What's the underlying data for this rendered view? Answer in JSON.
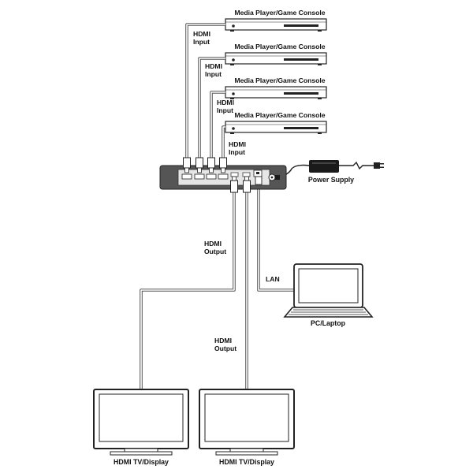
{
  "sources": [
    {
      "label": "Media Player/Game Console"
    },
    {
      "label": "Media Player/Game Console"
    },
    {
      "label": "Media Player/Game Console"
    },
    {
      "label": "Media Player/Game Console"
    }
  ],
  "input_labels": [
    {
      "line1": "HDMI",
      "line2": "Input"
    },
    {
      "line1": "HDMI",
      "line2": "Input"
    },
    {
      "line1": "HDMI",
      "line2": "Input"
    },
    {
      "line1": "HDMI",
      "line2": "Input"
    }
  ],
  "power": {
    "label": "Power Supply"
  },
  "lan": {
    "label": "LAN"
  },
  "laptop": {
    "label": "PC/Laptop"
  },
  "output_labels": [
    {
      "line1": "HDMI",
      "line2": "Output"
    },
    {
      "line1": "HDMI",
      "line2": "Output"
    }
  ],
  "displays": [
    {
      "label": "HDMI TV/Display"
    },
    {
      "label": "HDMI TV/Display"
    }
  ],
  "colors": {
    "device_body": "#555555",
    "cable": "#555555",
    "outline": "#222222"
  }
}
